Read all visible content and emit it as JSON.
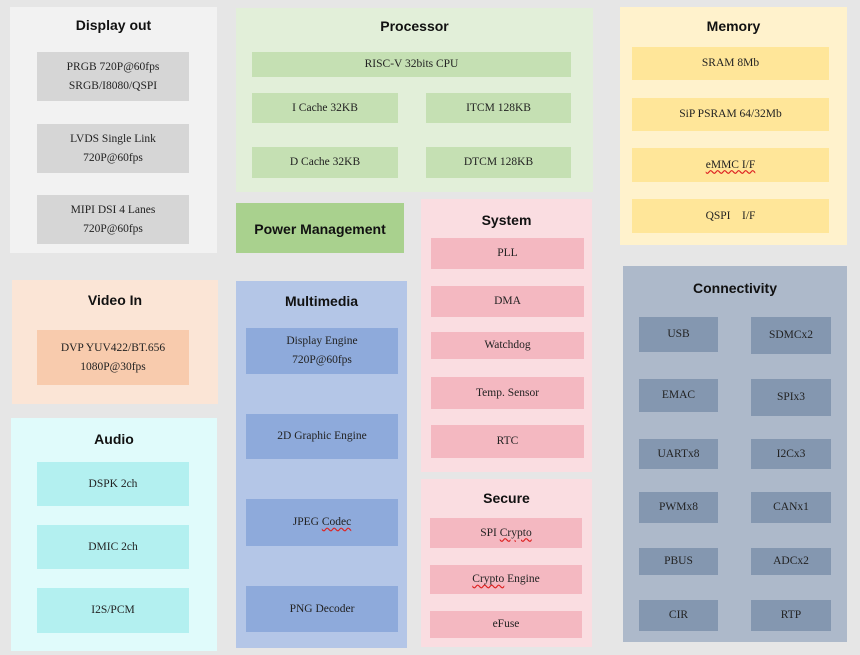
{
  "display_out": {
    "title": "Display out",
    "blocks": [
      "PRGB 720P@60fps\nSRGB/I8080/QSPI",
      "LVDS Single Link\n720P@60fps",
      "MIPI DSI 4 Lanes\n720P@60fps"
    ]
  },
  "processor": {
    "title": "Processor",
    "cpu": "RISC-V 32bits CPU",
    "icache": "I Cache 32KB",
    "itcm": "ITCM 128KB",
    "dcache": "D Cache 32KB",
    "dtcm": "DTCM 128KB"
  },
  "memory": {
    "title": "Memory",
    "blocks": [
      "SRAM 8Mb",
      "SiP PSRAM 64/32Mb",
      "eMMC I/F",
      "QSPI    I/F"
    ]
  },
  "power": {
    "title": "Power Management"
  },
  "system": {
    "title": "System",
    "blocks": [
      "PLL",
      "DMA",
      "Watchdog",
      "Temp. Sensor",
      "RTC"
    ]
  },
  "video_in": {
    "title": "Video In",
    "block": "DVP YUV422/BT.656\n1080P@30fps"
  },
  "multimedia": {
    "title": "Multimedia",
    "blocks": [
      "Display Engine\n720P@60fps",
      "2D Graphic Engine",
      "JPEG Codec",
      "PNG Decoder"
    ]
  },
  "connectivity": {
    "title": "Connectivity",
    "left": [
      "USB",
      "EMAC",
      "UARTx8",
      "PWMx8",
      "PBUS",
      "CIR"
    ],
    "right": [
      "SDMCx2",
      "SPIx3",
      "I2Cx3",
      "CANx1",
      "ADCx2",
      "RTP"
    ]
  },
  "audio": {
    "title": "Audio",
    "blocks": [
      "DSPK 2ch",
      "DMIC 2ch",
      "I2S/PCM"
    ]
  },
  "secure": {
    "title": "Secure",
    "blocks": [
      "SPI Crypto",
      "Crypto Engine",
      "eFuse"
    ]
  }
}
